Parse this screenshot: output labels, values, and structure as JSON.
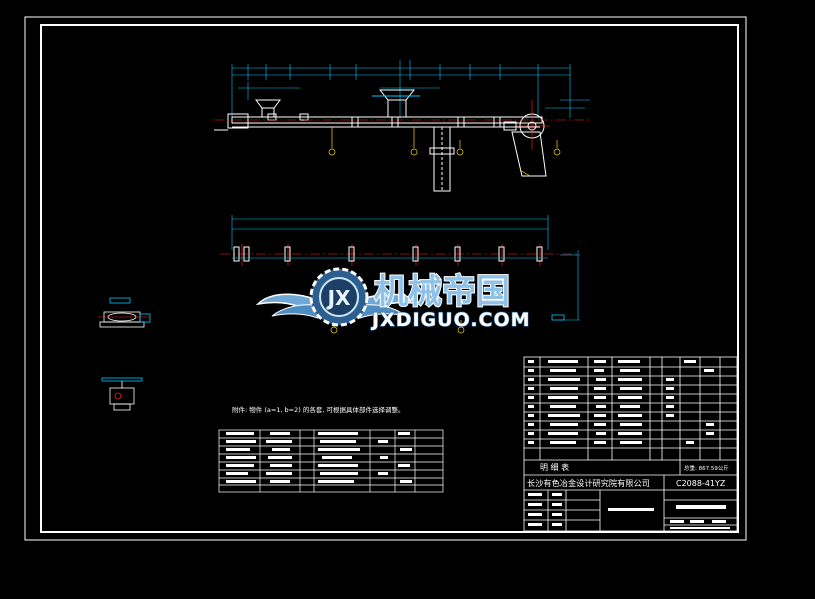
{
  "note": "附件: 物件 (a=1, b=2) 的各套, 可根据具体部件选择调整。",
  "title_block": {
    "company": "长沙有色冶金设计研究院有限公司",
    "drawing_no": "C2088-41YZ",
    "bom_caption": "明  细  表",
    "bom_total": "总重: 867.59公斤"
  },
  "watermark": {
    "main": "机械帝国",
    "sub": "JXDIGUO.COM",
    "emblem_letters": "JX"
  },
  "colors": {
    "background": "#000000",
    "line_white": "#ffffff",
    "dimension_cyan": "#00c8ff",
    "centerline_red": "#ff2020",
    "callout_yellow": "#ffd700",
    "watermark_blue": "#8fc2e8"
  }
}
